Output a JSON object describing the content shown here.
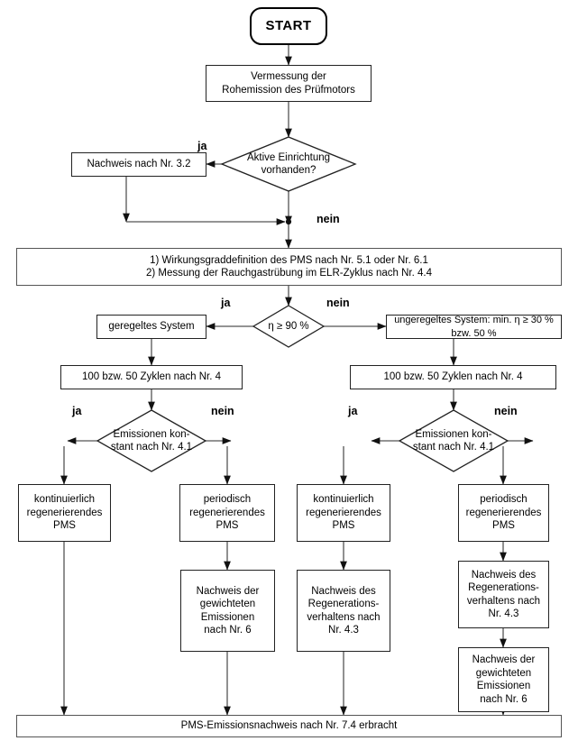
{
  "diagram": {
    "title": "PMS-Emissionsnachweis Ablaufdiagramm",
    "language": "de",
    "start": {
      "label": "START"
    },
    "nodes": {
      "vermessung": {
        "label": "Vermessung der\nRohemission des Prüfmotors"
      },
      "aktive_einrichtung": {
        "label": "Aktive Einrichtung\nvorhanden?"
      },
      "nachweis_32": {
        "label": "Nachweis nach Nr. 3.2"
      },
      "wirkungsgrad": {
        "label": "1) Wirkungsgraddefinition des PMS nach Nr. 5.1 oder Nr. 6.1\n2) Messung der Rauchgastrübung im ELR-Zyklus nach Nr. 4.4"
      },
      "eta_decision": {
        "label": "η ≥ 90 %"
      },
      "geregeltes_system": {
        "label": "geregeltes System"
      },
      "ungeregeltes_system": {
        "label": "ungeregeltes System: min. η ≥ 30 % bzw. 50 %"
      },
      "zyklen_links": {
        "label": "100 bzw. 50 Zyklen nach Nr. 4"
      },
      "zyklen_rechts": {
        "label": "100 bzw. 50 Zyklen nach Nr. 4"
      },
      "emissionen_konstant_links": {
        "label": "Emissionen kon-\nstant nach Nr. 4.1"
      },
      "emissionen_konstant_rechts": {
        "label": "Emissionen kon-\nstant nach Nr. 4.1"
      },
      "pms_kont_1": {
        "label": "kontinuierlich\nregenerierendes\nPMS"
      },
      "pms_per_1": {
        "label": "periodisch\nregenerierendes\nPMS"
      },
      "pms_kont_2": {
        "label": "kontinuierlich\nregenerierendes\nPMS"
      },
      "pms_per_2": {
        "label": "periodisch\nregenerierendes\nPMS"
      },
      "nachweis_gewichtet_1": {
        "label": "Nachweis der\ngewichteten\nEmissionen\nnach Nr. 6"
      },
      "nachweis_regeneration_1": {
        "label": "Nachweis des\nRegenerations-\nverhaltens nach\nNr. 4.3"
      },
      "nachweis_regeneration_2": {
        "label": "Nachweis des\nRegenerations-\nverhaltens nach\nNr. 4.3"
      },
      "nachweis_gewichtet_2": {
        "label": "Nachweis der\ngewichteten\nEmissionen\nnach Nr. 6"
      },
      "ende": {
        "label": "PMS-Emissionsnachweis nach Nr. 7.4 erbracht"
      }
    },
    "edge_labels": {
      "ja_aktive": "ja",
      "nein_aktive": "nein",
      "ja_eta": "ja",
      "nein_eta": "nein",
      "ja_links": "ja",
      "nein_links": "nein",
      "ja_rechts": "ja",
      "nein_rechts": "nein"
    },
    "colors": {
      "stroke": "#222222",
      "stroke_light": "#555555",
      "background": "#ffffff",
      "text": "#000000"
    }
  }
}
